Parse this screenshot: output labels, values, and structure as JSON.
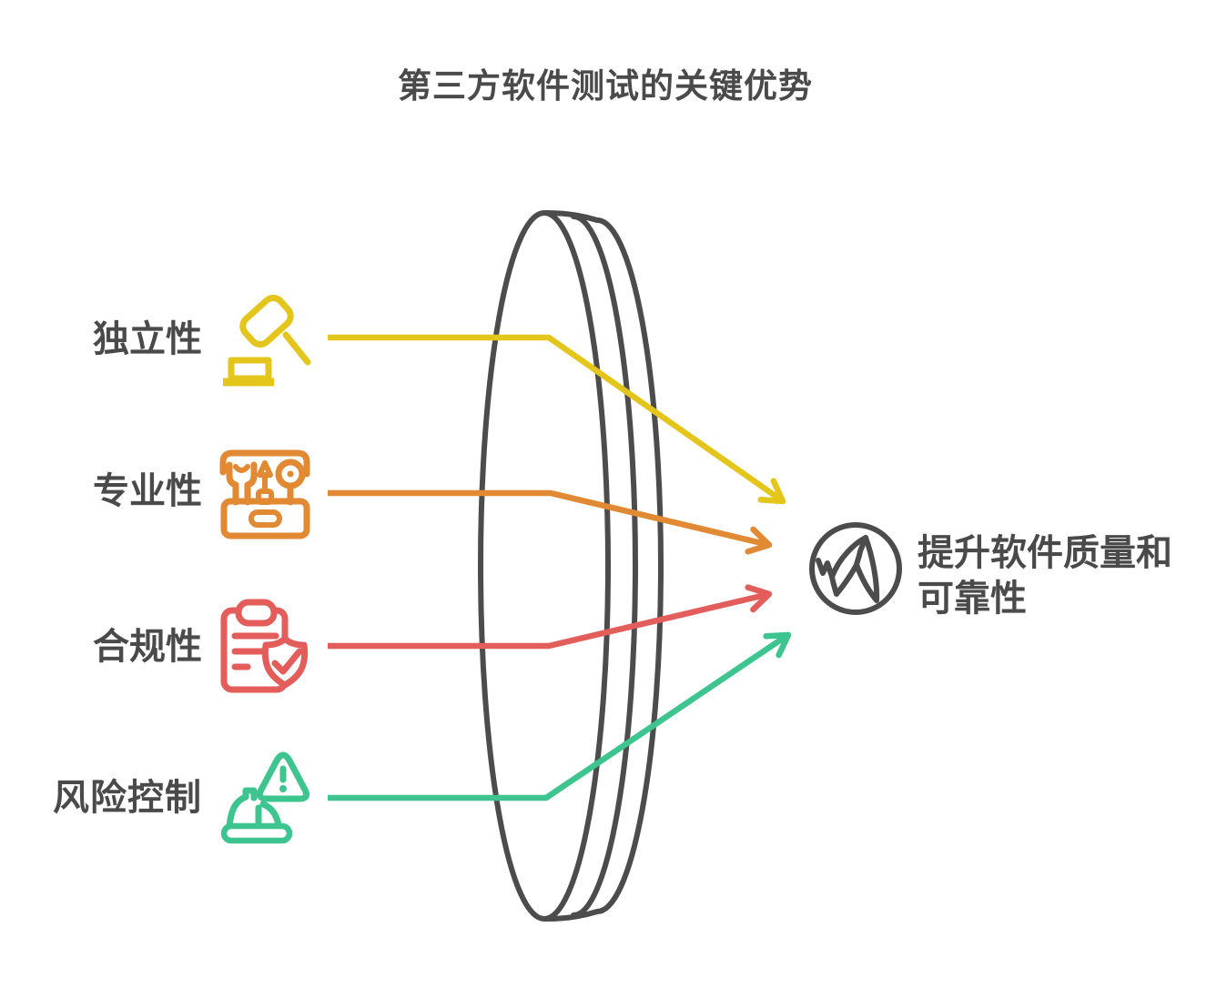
{
  "title": "第三方软件测试的关键优势",
  "items": [
    {
      "label": "独立性",
      "icon": "gavel-icon",
      "color": "#E4C51B"
    },
    {
      "label": "专业性",
      "icon": "toolbox-icon",
      "color": "#E18A33"
    },
    {
      "label": "合规性",
      "icon": "clipboard-shield-icon",
      "color": "#E35D5B"
    },
    {
      "label": "风险控制",
      "icon": "hardhat-warning-icon",
      "color": "#3EC48E"
    }
  ],
  "lens": {
    "icon": "lens-disc-icon",
    "color": "#4C4C4C"
  },
  "outcome": {
    "line1": "提升软件质量和",
    "line2": "可靠性",
    "icon": "mountain-peak-icon",
    "color": "#4C4C4C"
  },
  "colors": {
    "background": "#FFFFFF",
    "text": "#4A4A4A",
    "outline": "#4C4C4C",
    "yellow": "#E4C51B",
    "orange": "#E18A33",
    "red": "#E35D5B",
    "green": "#3EC48E"
  }
}
